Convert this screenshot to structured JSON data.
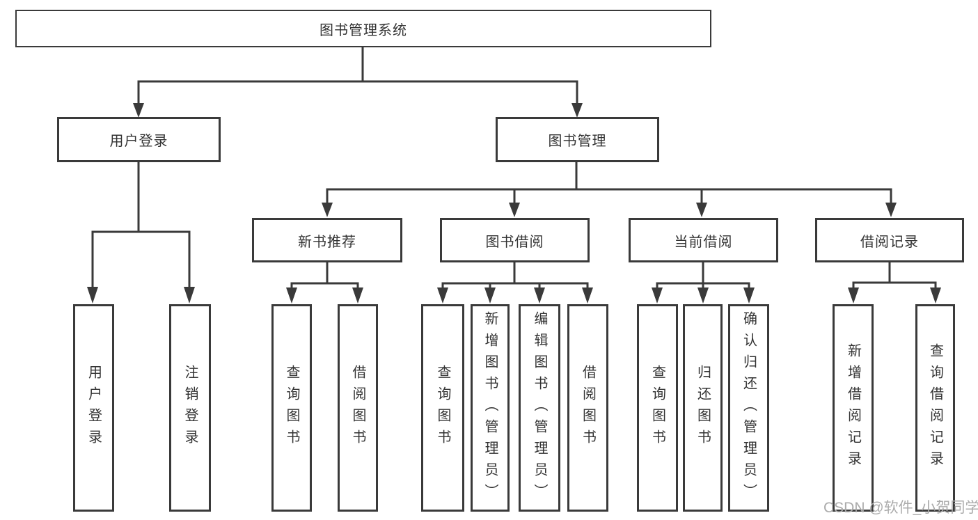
{
  "diagram": {
    "type": "tree",
    "root": {
      "label": "图书管理系统",
      "children": [
        {
          "label": "用户登录",
          "children": [
            {
              "label": "用户登录"
            },
            {
              "label": "注销登录"
            }
          ]
        },
        {
          "label": "图书管理",
          "children": [
            {
              "label": "新书推荐",
              "children": [
                {
                  "label": "查询图书"
                },
                {
                  "label": "借阅图书"
                }
              ]
            },
            {
              "label": "图书借阅",
              "children": [
                {
                  "label": "查询图书"
                },
                {
                  "label": "新增图书（管理员）"
                },
                {
                  "label": "编辑图书（管理员）"
                },
                {
                  "label": "借阅图书"
                }
              ]
            },
            {
              "label": "当前借阅",
              "children": [
                {
                  "label": "查询图书"
                },
                {
                  "label": "归还图书"
                },
                {
                  "label": "确认归还（管理员）"
                }
              ]
            },
            {
              "label": "借阅记录",
              "children": [
                {
                  "label": "新增借阅记录"
                },
                {
                  "label": "查询借阅记录"
                }
              ]
            }
          ]
        }
      ]
    }
  },
  "watermark": {
    "text": "CSDN @软件_小贺同学"
  },
  "colors": {
    "stroke": "#3a3a3a",
    "text": "#333333",
    "watermark": "#ababab",
    "background": "#ffffff"
  }
}
